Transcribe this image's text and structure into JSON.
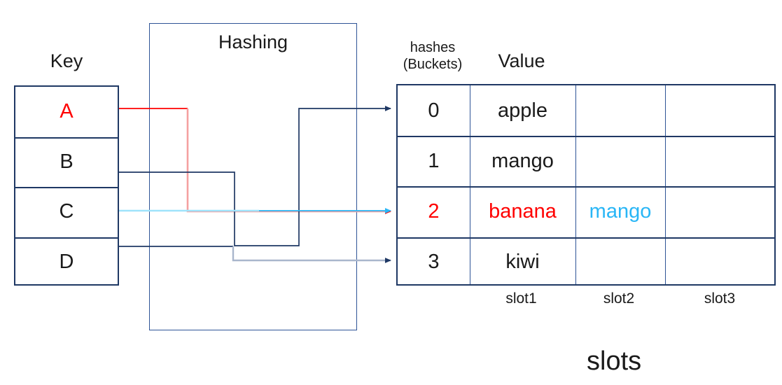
{
  "diagram": {
    "title_key": "Key",
    "title_hashing": "Hashing",
    "title_hashes_line1": "hashes",
    "title_hashes_line2": "(Buckets)",
    "title_value": "Value",
    "footer_slots": "slots"
  },
  "colors": {
    "table_border": "#1f3864",
    "box_border": "#2e5496",
    "red": "#ff0000",
    "red_line": "#f4a0a0",
    "cyan": "#29b6f6",
    "cyan_line": "#9fe3fb",
    "dark_blue": "#1f3864",
    "gray_blue": "#a9b6cc",
    "text": "#1a1a1a"
  },
  "key_table": {
    "rows": [
      {
        "label": "A",
        "color": "#ff0000"
      },
      {
        "label": "B",
        "color": "#1a1a1a"
      },
      {
        "label": "C",
        "color": "#1a1a1a"
      },
      {
        "label": "D",
        "color": "#1a1a1a"
      }
    ]
  },
  "hash_table": {
    "column_headers": [
      "",
      "slot1",
      "slot2",
      "slot3"
    ],
    "slot_labels": [
      "slot1",
      "slot2",
      "slot3"
    ],
    "rows": [
      {
        "bucket": "0",
        "bucket_color": "#1a1a1a",
        "slot1": "apple",
        "slot1_color": "#1a1a1a",
        "slot2": "",
        "slot2_color": "#1a1a1a",
        "slot3": "",
        "slot3_color": "#1a1a1a"
      },
      {
        "bucket": "1",
        "bucket_color": "#1a1a1a",
        "slot1": "mango",
        "slot1_color": "#1a1a1a",
        "slot2": "",
        "slot2_color": "#1a1a1a",
        "slot3": "",
        "slot3_color": "#1a1a1a"
      },
      {
        "bucket": "2",
        "bucket_color": "#ff0000",
        "slot1": "banana",
        "slot1_color": "#ff0000",
        "slot2": "mango",
        "slot2_color": "#29b6f6",
        "slot3": "",
        "slot3_color": "#1a1a1a"
      },
      {
        "bucket": "3",
        "bucket_color": "#1a1a1a",
        "slot1": "kiwi",
        "slot1_color": "#1a1a1a",
        "slot2": "",
        "slot2_color": "#1a1a1a",
        "slot3": "",
        "slot3_color": "#1a1a1a"
      }
    ]
  },
  "connectors": [
    {
      "from": "A",
      "to_bucket": "2",
      "color": "#f4a0a0",
      "head_color": "#ff0000"
    },
    {
      "from": "B",
      "to_bucket": "0",
      "color": "#1f3864",
      "head_color": "#1f3864"
    },
    {
      "from": "C",
      "to_bucket": "2",
      "color": "#9fe3fb",
      "head_color": "#29b6f6"
    },
    {
      "from": "D",
      "to_bucket": "3",
      "color": "#a9b6cc",
      "head_color": "#1f3864"
    }
  ]
}
